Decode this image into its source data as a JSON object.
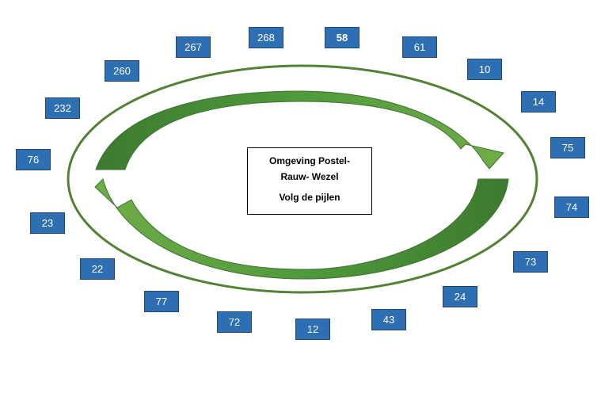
{
  "diagram": {
    "center_title": "Omgeving Postel-Rauw- Wezel",
    "center_subtitle": "Volg de pijlen",
    "nodes": [
      "58",
      "61",
      "10",
      "14",
      "75",
      "74",
      "73",
      "24",
      "43",
      "12",
      "72",
      "77",
      "22",
      "23",
      "76",
      "232",
      "260",
      "267",
      "268"
    ],
    "colors": {
      "node_fill": "#2e6fb4",
      "node_border": "#24466e",
      "ellipse_stroke": "#538135",
      "arrow_light": "#70ad47",
      "arrow_dark": "#3d7a2f"
    }
  }
}
